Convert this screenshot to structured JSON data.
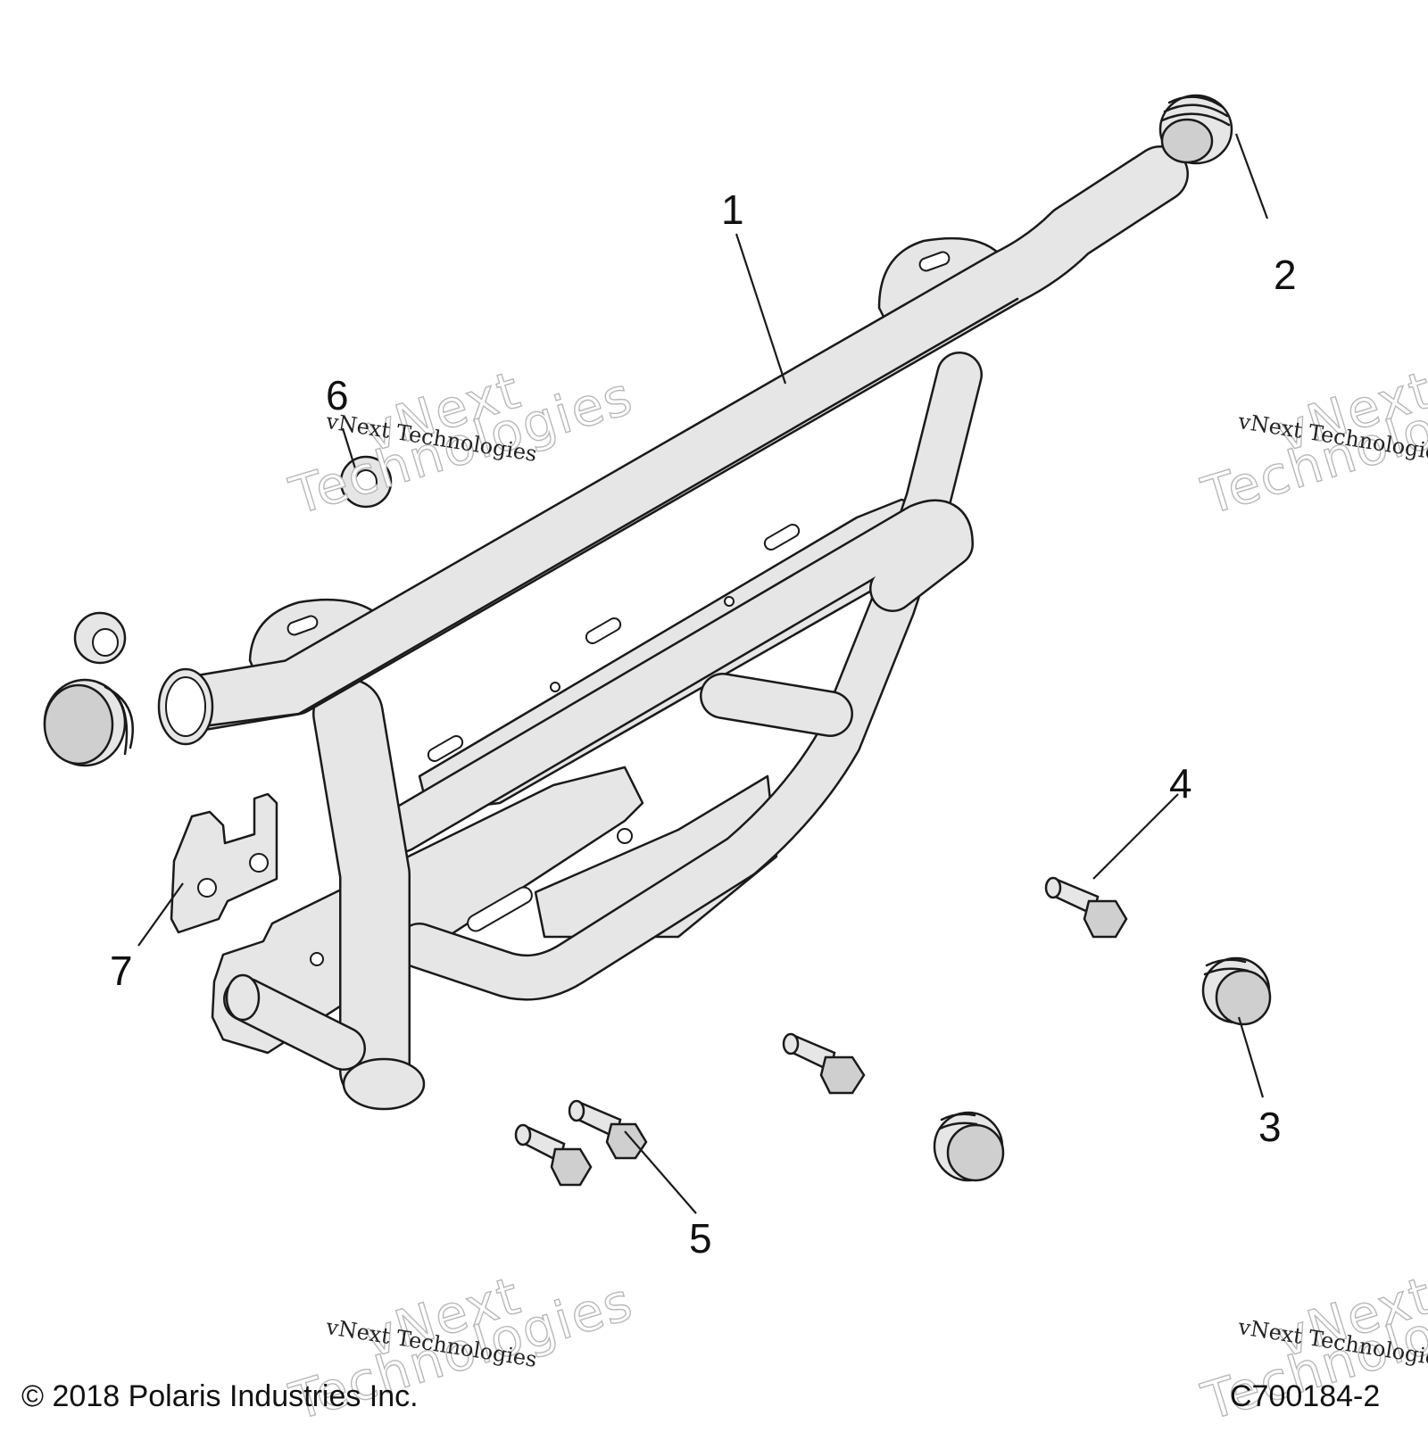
{
  "callouts": {
    "c1": "1",
    "c2": "2",
    "c3": "3",
    "c4": "4",
    "c5": "5",
    "c6": "6",
    "c7": "7"
  },
  "footer": {
    "copyright": "© 2018 Polaris Industries Inc.",
    "figure_id": "C700184-2"
  },
  "watermark": {
    "small": "vNext Technologies",
    "big_line1": "vNext",
    "big_line2": "Technologies"
  },
  "colors": {
    "line": "#1a1a1a",
    "part_fill": "#e6e6e6",
    "part_shade": "#cfcfcf",
    "watermark_outline": "#b8b8b8"
  }
}
